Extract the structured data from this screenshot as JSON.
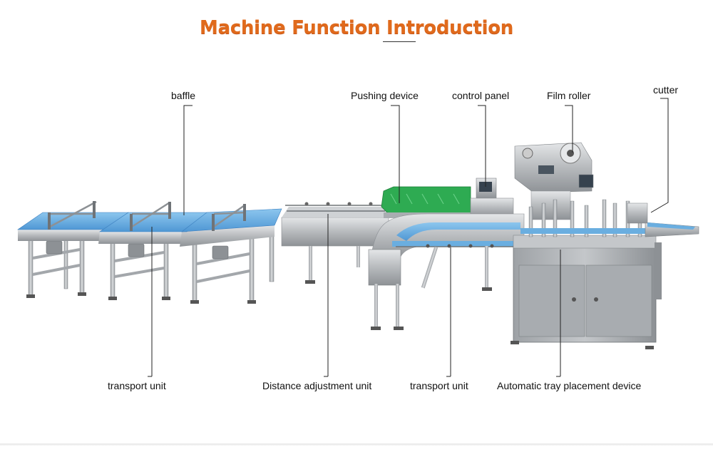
{
  "title": "Machine Function Introduction",
  "colors": {
    "title": "#e06a1c",
    "belt": "#6aaee0",
    "frame": "#b9bcbe",
    "guard": "#2eab52"
  },
  "labels": {
    "baffle": "baffle",
    "pushing_device": "Pushing device",
    "control_panel": "control panel",
    "film_roller": "Film roller",
    "cutter": "cutter",
    "transport_unit_left": "transport unit",
    "distance_adjustment_unit": "Distance adjustment unit",
    "transport_unit_right": "transport unit",
    "automatic_tray_placement_device": "Automatic tray placement device"
  }
}
